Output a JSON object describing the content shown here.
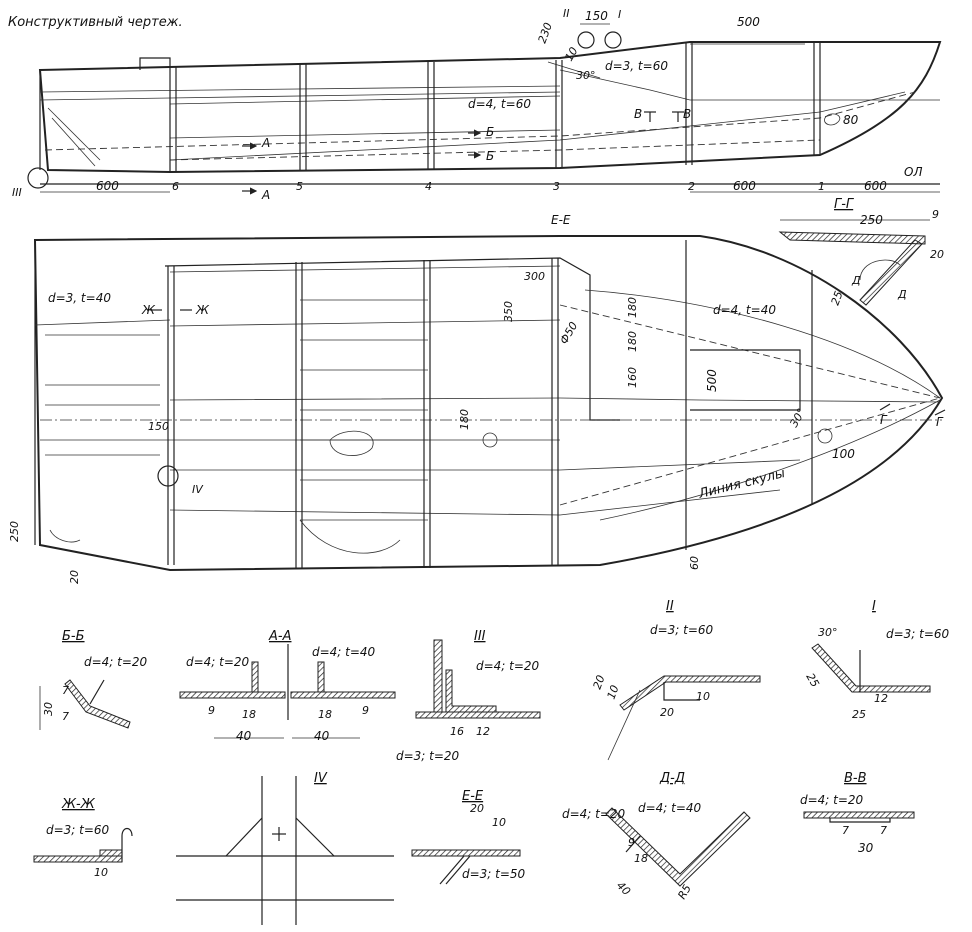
{
  "title": "Конструктивный чертеж.",
  "side_view": {
    "dims": [
      "150",
      "500",
      "600",
      "600",
      "600",
      "80",
      "230",
      "10",
      "30°"
    ],
    "callouts": [
      "II",
      "I",
      "III"
    ],
    "annotations": [
      "d=3, t=60",
      "d=4, t=60"
    ],
    "section_marks": [
      "А",
      "А",
      "Б",
      "Б",
      "В",
      "В"
    ],
    "frames": [
      "6",
      "5",
      "4",
      "3",
      "2",
      "1"
    ],
    "waterline": "ОЛ"
  },
  "plan_view": {
    "section_label": "Е-Е",
    "dims": [
      "300",
      "350",
      "180",
      "180",
      "160",
      "500",
      "180",
      "150",
      "100",
      "30°",
      "250",
      "20",
      "60",
      "Ф50"
    ],
    "annotations": [
      "d=3, t=40",
      "d=4, t=40"
    ],
    "chine_label": "Линия скулы",
    "callout": "IV",
    "section_marks": [
      "Ж",
      "Ж",
      "Г",
      "Г"
    ]
  },
  "gg_section": {
    "title": "Г-Г",
    "dims": [
      "250",
      "9",
      "20",
      "25"
    ],
    "marks": [
      "Д",
      "Д"
    ]
  },
  "details": [
    {
      "title": "Б-Б",
      "annotation": "d=4; t=20",
      "dims": [
        "30",
        "7",
        "7"
      ]
    },
    {
      "title": "А-А",
      "annotation_left": "d=4; t=20",
      "annotation_right": "d=4; t=40",
      "dims": [
        "9",
        "18",
        "18",
        "9",
        "40",
        "40"
      ]
    },
    {
      "title": "III",
      "annotation": "d=4; t=20",
      "annotation_bottom": "d=3; t=20",
      "dims": [
        "16",
        "12"
      ]
    },
    {
      "title": "II",
      "annotation": "d=3; t=60",
      "dims": [
        "20",
        "10",
        "20",
        "10"
      ]
    },
    {
      "title": "I",
      "annotation": "d=3; t=60",
      "dims": [
        "30°",
        "25",
        "12",
        "25"
      ]
    },
    {
      "title": "Ж-Ж",
      "annotation": "d=3; t=60",
      "dims": [
        "10"
      ]
    },
    {
      "title": "IV"
    },
    {
      "title": "Е-Е",
      "annotation": "d=3; t=50",
      "dims": [
        "20",
        "10"
      ]
    },
    {
      "title": "Д-Д",
      "annotation_left": "d=4; t=20",
      "annotation_right": "d=4; t=40",
      "dims": [
        "9",
        "18",
        "40",
        "R5"
      ]
    },
    {
      "title": "В-В",
      "annotation": "d=4; t=20",
      "dims": [
        "7",
        "7",
        "30"
      ]
    }
  ]
}
